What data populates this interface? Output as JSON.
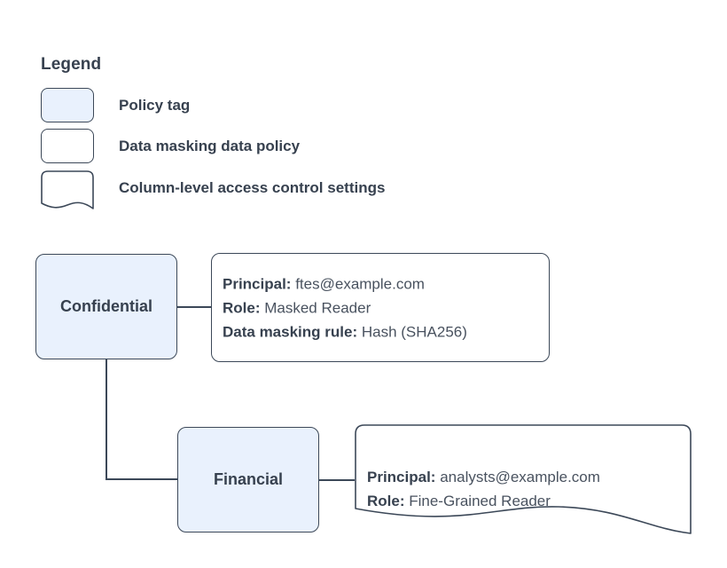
{
  "legend": {
    "title": "Legend",
    "items": [
      {
        "label": "Policy tag",
        "swatch": "rounded-filled-box-icon"
      },
      {
        "label": "Data masking data policy",
        "swatch": "rounded-empty-box-icon"
      },
      {
        "label": "Column-level access control settings",
        "swatch": "document-wavy-box-icon"
      }
    ]
  },
  "diagram": {
    "nodes": [
      {
        "id": "confidential",
        "label": "Confidential"
      },
      {
        "id": "financial",
        "label": "Financial"
      }
    ],
    "policies": [
      {
        "id": "confidential-policy",
        "shape": "rounded-box",
        "lines": [
          {
            "key": "Principal:",
            "value": "ftes@example.com"
          },
          {
            "key": "Role:",
            "value": "Masked Reader"
          },
          {
            "key": "Data masking rule:",
            "value": "Hash (SHA256)"
          }
        ]
      },
      {
        "id": "financial-policy",
        "shape": "document-wavy",
        "lines": [
          {
            "key": "Principal:",
            "value": "analysts@example.com"
          },
          {
            "key": "Role:",
            "value": "Fine-Grained Reader"
          }
        ]
      }
    ]
  },
  "colors": {
    "node_fill": "#e9f1fd",
    "stroke": "#3c4858",
    "text": "#37414f",
    "value_text": "#49525f",
    "background": "#ffffff"
  }
}
